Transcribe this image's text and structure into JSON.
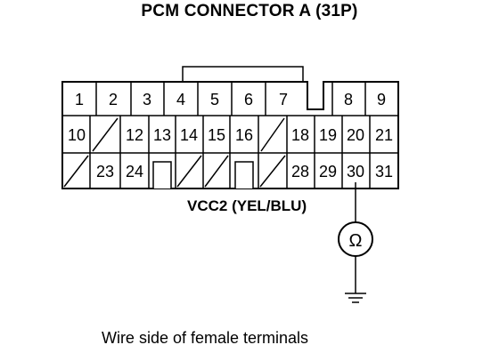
{
  "title": "PCM CONNECTOR A (31P)",
  "caption": "Wire side of female terminals",
  "wire_label": "VCC2 (YEL/BLU)",
  "meter_symbol": "Ω",
  "colors": {
    "line": "#000000",
    "background": "#ffffff"
  },
  "terminals": [
    {
      "label": "1"
    },
    {
      "label": "2"
    },
    {
      "label": "3"
    },
    {
      "label": "4"
    },
    {
      "label": "5"
    },
    {
      "label": "6"
    },
    {
      "label": "7"
    },
    {
      "label": "8"
    },
    {
      "label": "9"
    },
    {
      "label": "10"
    },
    {
      "label": "12"
    },
    {
      "label": "13"
    },
    {
      "label": "14"
    },
    {
      "label": "15"
    },
    {
      "label": "16"
    },
    {
      "label": "18"
    },
    {
      "label": "19"
    },
    {
      "label": "20"
    },
    {
      "label": "21"
    },
    {
      "label": "23"
    },
    {
      "label": "24"
    },
    {
      "label": "28"
    },
    {
      "label": "29"
    },
    {
      "label": "30"
    },
    {
      "label": "31"
    }
  ],
  "probed_terminal": "30",
  "icons": {
    "meter": "ohmmeter-icon",
    "ground": "ground-icon"
  }
}
